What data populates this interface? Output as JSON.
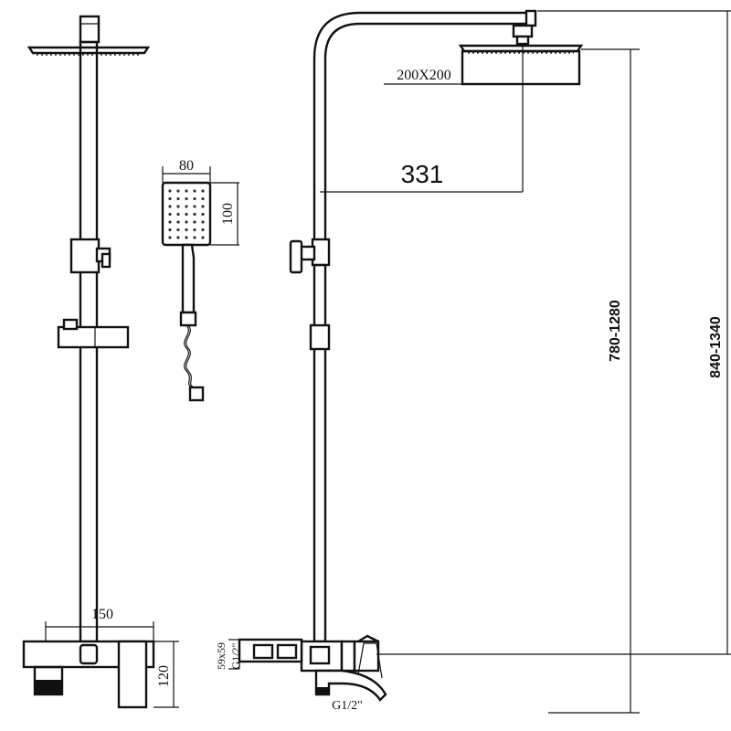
{
  "dimensions": {
    "hand_shower_width": "80",
    "hand_shower_height": "100",
    "rain_head_size": "200X200",
    "arm_reach": "331",
    "mixer_width": "150",
    "mixer_height": "120",
    "rail_height_range": "780-1280",
    "total_height_range": "840-1340",
    "body_size": "59x59",
    "inlet_thread": "G1/2\"",
    "spout_thread": "G1/2\""
  }
}
